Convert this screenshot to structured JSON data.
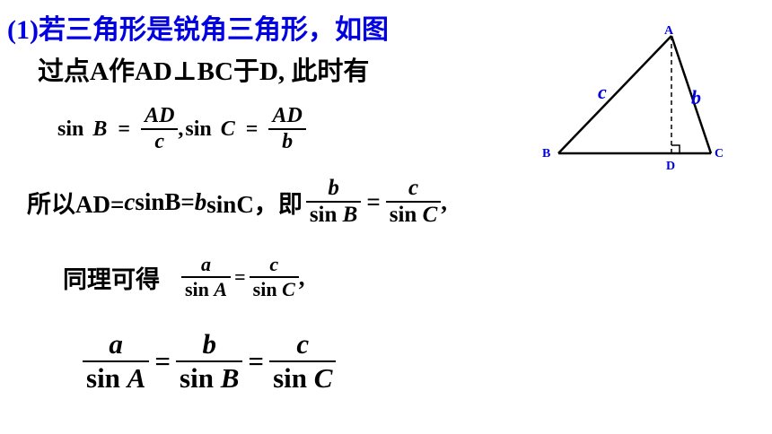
{
  "heading": {
    "prefix": "(1)",
    "text": "若三角形是锐角三角形，如图"
  },
  "line1": {
    "text": "过点A作AD⊥BC于D,  此时有"
  },
  "formula1": {
    "left_fn": "sin",
    "left_var": "B",
    "eq": "=",
    "left_num": "AD",
    "left_den": "c",
    "sep": ",",
    "right_fn": "sin",
    "right_var": "C",
    "right_num": "AD",
    "right_den": "b"
  },
  "line2": {
    "p1": "所以AD=",
    "c": "c",
    "p2": "sinB=",
    "b": "b",
    "p3": "sinC，即",
    "num1": "b",
    "den1_fn": "sin",
    "den1_var": "B",
    "eq": "=",
    "num2": "c",
    "den2_fn": "sin",
    "den2_var": "C",
    "tail": ","
  },
  "line3": {
    "text": "同理可得",
    "num1": "a",
    "den1_fn": "sin",
    "den1_var": "A",
    "eq": "=",
    "num2": "c",
    "den2_fn": "sin",
    "den2_var": "C",
    "tail": ","
  },
  "final": {
    "num1": "a",
    "den1_fn": "sin",
    "den1_var": "A",
    "eq1": "=",
    "num2": "b",
    "den2_fn": "sin",
    "den2_var": "B",
    "eq2": "=",
    "num3": "c",
    "den3_fn": "sin",
    "den3_var": "C"
  },
  "diagram": {
    "label_A": "A",
    "label_B": "B",
    "label_C": "C",
    "label_D": "D",
    "side_c": "c",
    "side_b": "b",
    "label_color": "#0000e0",
    "line_color": "#000000"
  }
}
